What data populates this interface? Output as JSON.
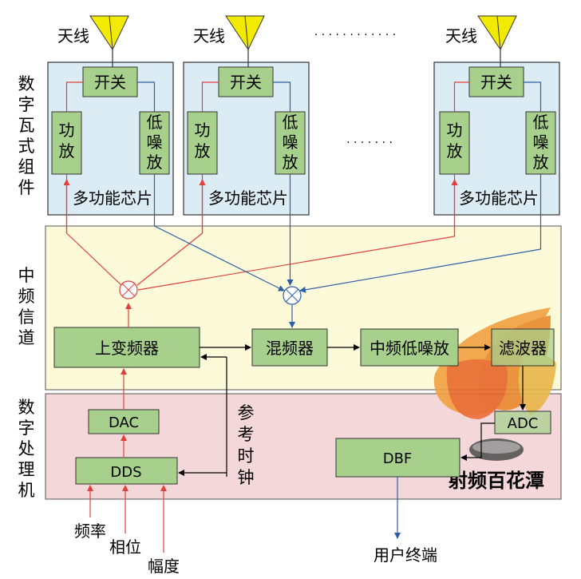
{
  "antenna_label": "天线",
  "ellipsis": "· · · · · · · · · · · ·",
  "module_ellipsis": "· · · · · · ·",
  "switch_label": "开关",
  "pa_label": "功放",
  "lna_label": "低噪放",
  "mfc_label": "多功能芯片",
  "sections": {
    "digital_tr": "数字瓦式组件",
    "if_channel": "中频信道",
    "digital_proc": "数字处理机"
  },
  "blocks": {
    "upconverter": "上变频器",
    "mixer": "混频器",
    "if_lna": "中频低噪放",
    "filter": "滤波器",
    "dac": "DAC",
    "dds": "DDS",
    "adc": "ADC",
    "dbf": "DBF"
  },
  "ref_clock": "参考时钟",
  "inputs": [
    "频率",
    "相位",
    "幅度"
  ],
  "user_terminal": "用户终端",
  "watermark": "射频百花潭",
  "colors": {
    "green_block": "#a8d08d",
    "module_bg": "#dcecf4",
    "if_bg": "#fcfad9",
    "digital_bg": "#f4d7d9",
    "antenna": "#f2ea00",
    "red_line": "#e0413b",
    "blue_line": "#2f5ea8"
  }
}
